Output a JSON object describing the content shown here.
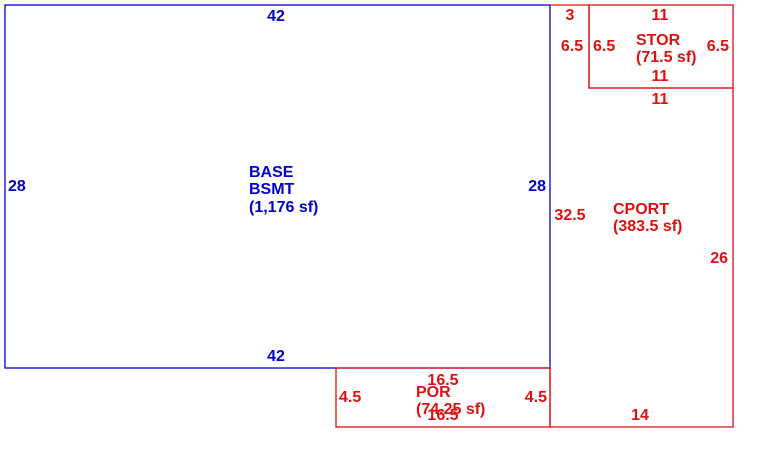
{
  "colors": {
    "base": "#0000cc",
    "addition": "#dd1111"
  },
  "base": {
    "name": "BASE",
    "subname": "BSMT",
    "area": "(1,176 sf)",
    "top": "42",
    "bottom": "42",
    "left": "28",
    "right": "28"
  },
  "stor": {
    "name": "STOR",
    "area": "(71.5 sf)",
    "top": "11",
    "bottom": "11",
    "left": "6.5",
    "right": "6.5"
  },
  "cport": {
    "name": "CPORT",
    "area": "(383.5 sf)",
    "offset_top": "3",
    "left_upper": "6.5",
    "top_lower": "11",
    "left": "32.5",
    "right": "26",
    "bottom": "14"
  },
  "por": {
    "name": "POR",
    "area": "(74.25 sf)",
    "top": "16.5",
    "bottom": "16.5",
    "left": "4.5",
    "right": "4.5"
  }
}
